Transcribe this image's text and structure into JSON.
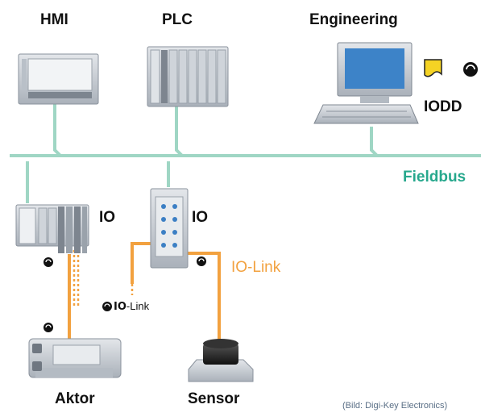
{
  "nodes": {
    "hmi": "HMI",
    "plc": "PLC",
    "engineering": "Engineering",
    "iodd": "IODD",
    "fieldbus": "Fieldbus",
    "io_left": "IO",
    "io_right": "IO",
    "io_link": "IO-Link",
    "actuator": "Aktor",
    "sensor": "Sensor"
  },
  "logo": {
    "bold": "IO",
    "suffix": "-Link"
  },
  "credit": "(Bild: Digi-Key Electronics)",
  "colors": {
    "fieldbus_line": "#9fd6c4",
    "fieldbus_text": "#27a88d",
    "io_link_line": "#f2a13f",
    "device_gray": "#c9ced6",
    "label_text": "#111111"
  },
  "icons": [
    "hmi-panel-icon",
    "plc-rack-icon",
    "computer-icon",
    "document-icon",
    "io-link-logo-icon",
    "io-module-icon",
    "actuator-icon",
    "sensor-icon"
  ]
}
